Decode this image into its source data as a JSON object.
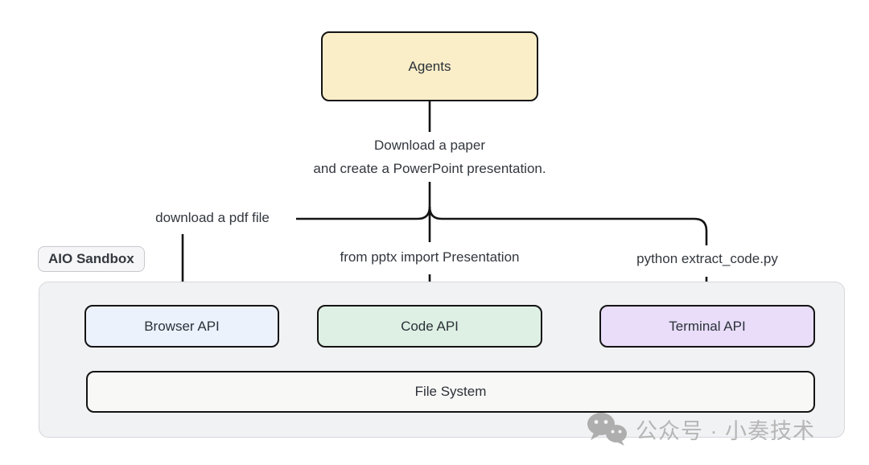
{
  "nodes": {
    "agents": "Agents",
    "browser": "Browser API",
    "code": "Code API",
    "terminal": "Terminal API",
    "filesystem": "File System"
  },
  "sandbox": {
    "label": "AIO Sandbox"
  },
  "edges": {
    "task_line1": "Download a paper",
    "task_line2": "and create a PowerPoint presentation.",
    "browser_cmd": "download a pdf file",
    "code_cmd": "from pptx import Presentation",
    "terminal_cmd": "python extract_code.py"
  },
  "watermark": {
    "icon": "wechat-icon",
    "text": "公众号 · 小奏技术"
  },
  "colors": {
    "agents_fill": "#faeec9",
    "browser_fill": "#ecf2fc",
    "code_fill": "#def0e4",
    "terminal_fill": "#e9ddfa",
    "filesystem_fill": "#f8f8f6",
    "sandbox_fill": "#f1f2f4",
    "line": "#141414",
    "text": "#2f353d",
    "watermark": "#b6b6b6"
  }
}
